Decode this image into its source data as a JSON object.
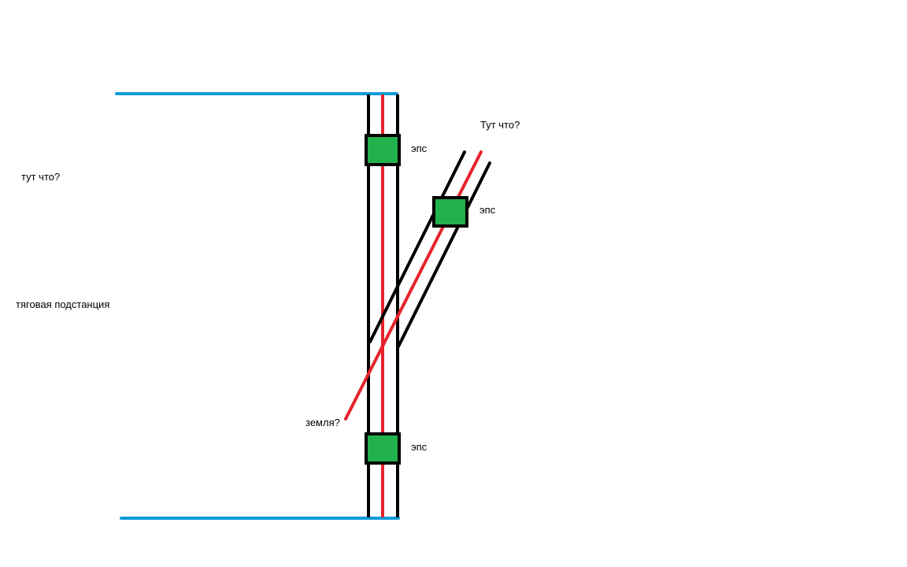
{
  "labels": {
    "tut_chto_left": "тут что?",
    "substation": "тяговая подстанция",
    "tut_chto_top": "Тут что?",
    "eps_top": "эпс",
    "eps_branch": "эпс",
    "eps_bottom": "эпс",
    "zemlya": "земля?"
  },
  "colors": {
    "feeder": "#0a9bd8",
    "rail": "#000000",
    "contact": "#e4232b",
    "eps_fill": "#22b14c",
    "eps_border": "#000000",
    "background": "#ffffff"
  }
}
